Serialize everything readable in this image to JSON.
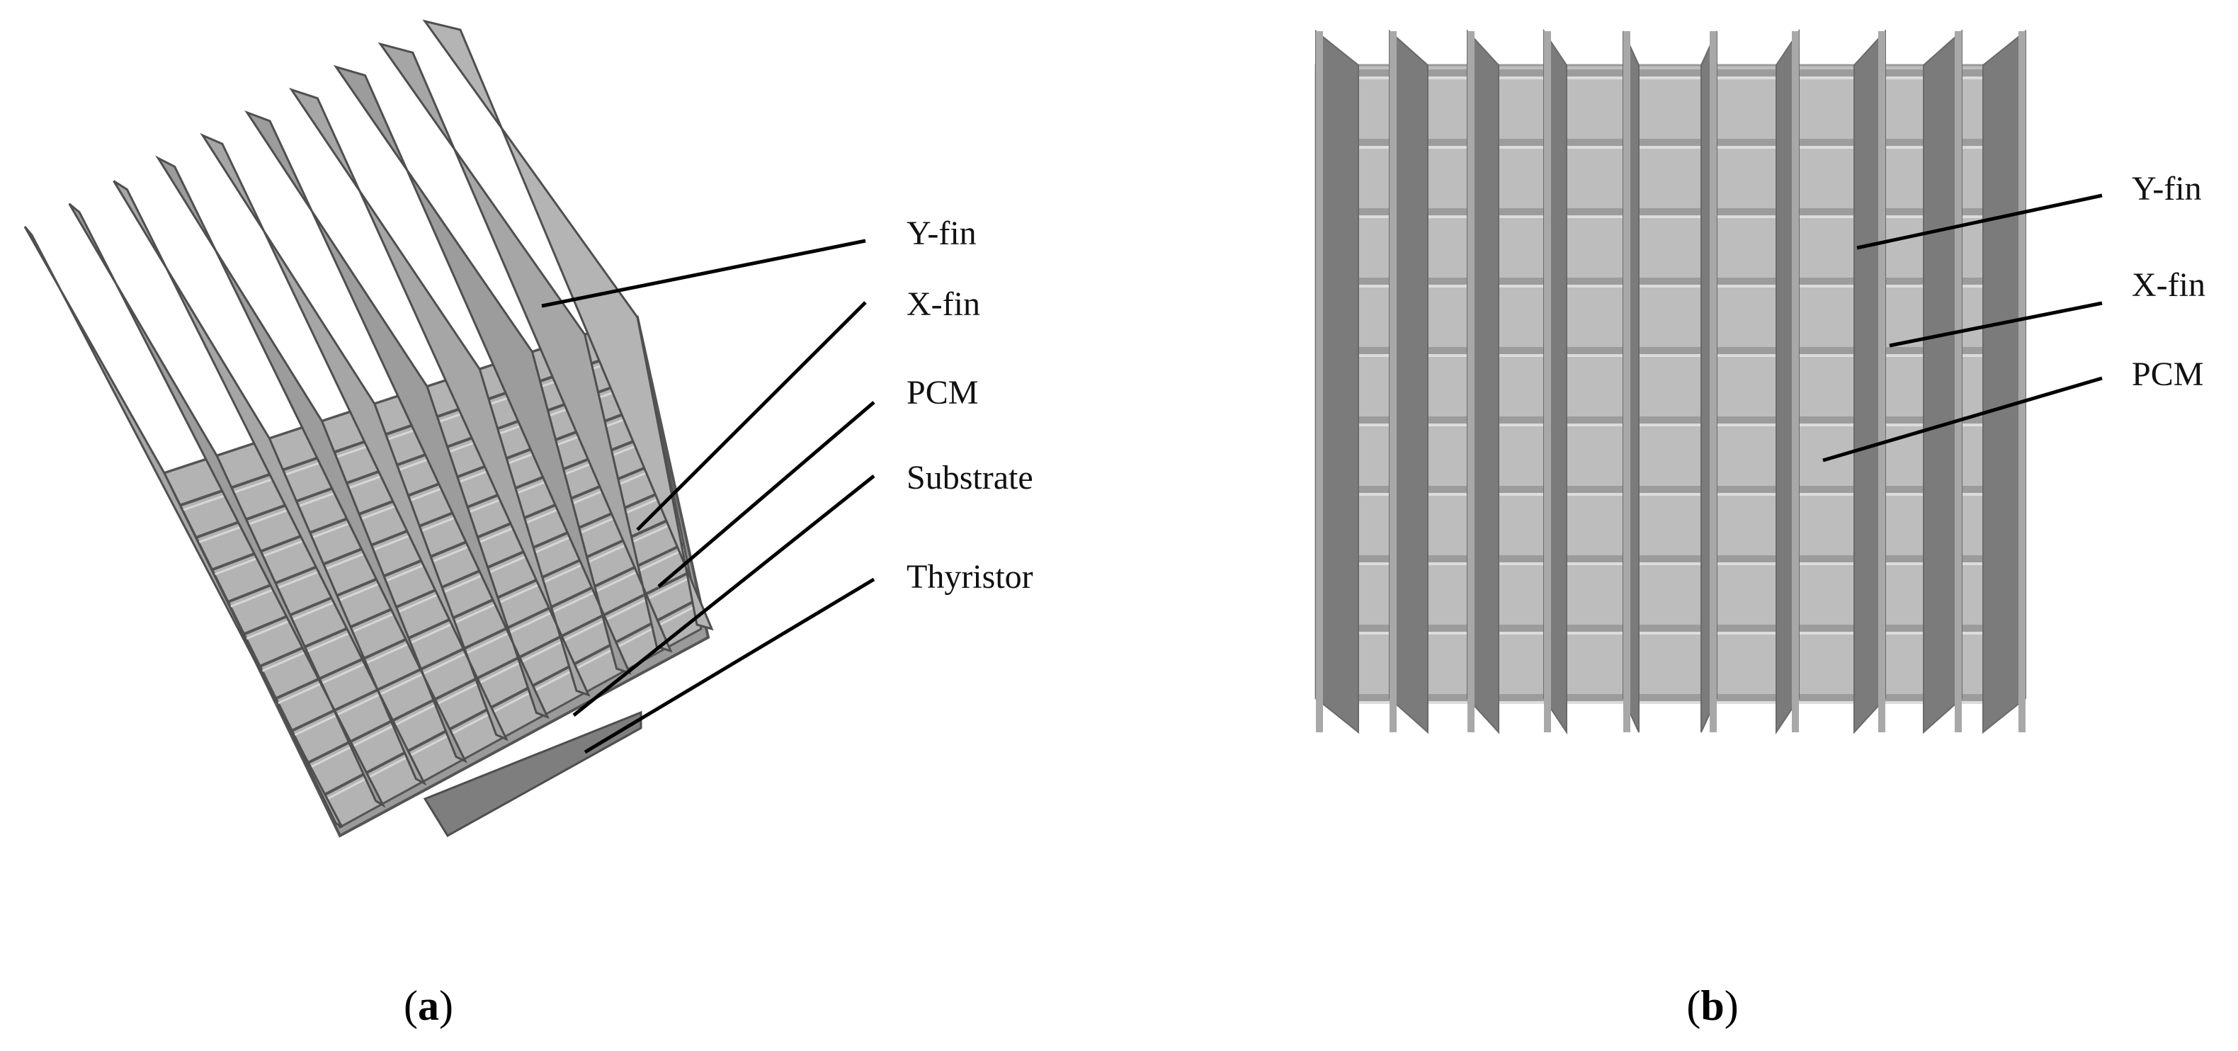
{
  "panel_a": {
    "caption_letter": "a",
    "labels": {
      "y_fin": "Y-fin",
      "x_fin": "X-fin",
      "pcm": "PCM",
      "substrate": "Substrate",
      "thyristor": "Thyristor"
    }
  },
  "panel_b": {
    "caption_letter": "b",
    "labels": {
      "y_fin": "Y-fin",
      "x_fin": "X-fin",
      "pcm": "PCM"
    }
  },
  "colors": {
    "pcm": "#bdbdbd",
    "fin_light": "#a9a9a9",
    "fin_dark": "#7b7b7b",
    "edge": "#5a5a5a",
    "thyristor": "#7e7e7e"
  }
}
